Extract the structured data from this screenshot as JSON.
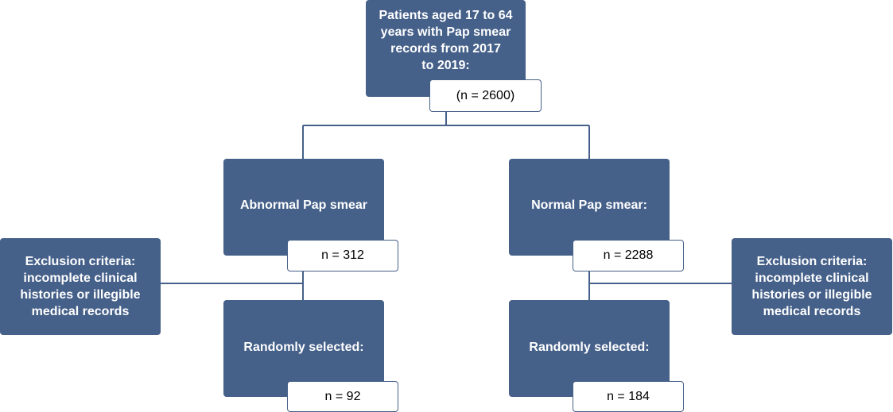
{
  "colors": {
    "box_fill": "#456089",
    "connector": "#456089",
    "count_border": "#456089"
  },
  "top": {
    "title": "Patients aged 17 to 64\nyears with Pap smear\nrecords from 2017\nto 2019:",
    "count": "(n = 2600)"
  },
  "abnormal": {
    "title": "Abnormal Pap smear",
    "count": "n = 312"
  },
  "normal": {
    "title": "Normal Pap smear:",
    "count": "n = 2288"
  },
  "exclusion_left": {
    "text": "Exclusion criteria:\nincomplete clinical\nhistories or illegible\nmedical records"
  },
  "exclusion_right": {
    "text": "Exclusion criteria:\nincomplete clinical\nhistories or illegible\nmedical records"
  },
  "selected_left": {
    "title": "Randomly selected:",
    "count": "n = 92"
  },
  "selected_right": {
    "title": "Randomly selected:",
    "count": "n = 184"
  }
}
